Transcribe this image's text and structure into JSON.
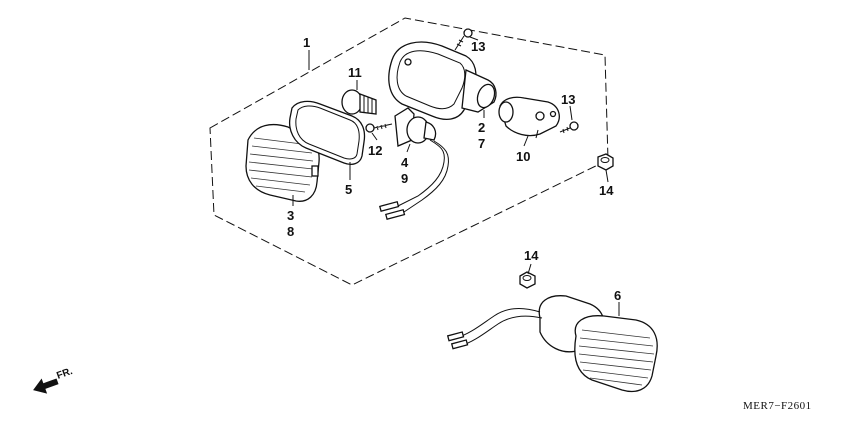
{
  "callouts": {
    "c1": "1",
    "c2": "2",
    "c3": "3",
    "c4": "4",
    "c5": "5",
    "c6": "6",
    "c7": "7",
    "c8": "8",
    "c9": "9",
    "c10": "10",
    "c11": "11",
    "c12": "12",
    "c13a": "13",
    "c13b": "13",
    "c14a": "14",
    "c14b": "14"
  },
  "direction_label": "FR.",
  "diagram_code": "MER7−F2601"
}
